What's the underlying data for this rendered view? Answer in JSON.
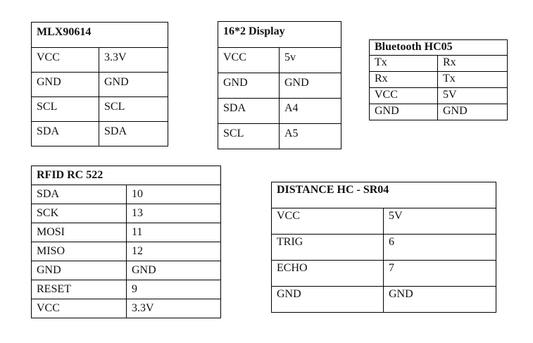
{
  "tables": {
    "mlx": {
      "title": "MLX90614",
      "rows": [
        [
          "VCC",
          "3.3V"
        ],
        [
          "GND",
          "GND"
        ],
        [
          "SCL",
          "SCL"
        ],
        [
          "SDA",
          "SDA"
        ]
      ]
    },
    "lcd": {
      "title": "16*2 Display",
      "rows": [
        [
          "VCC",
          "5v"
        ],
        [
          "GND",
          "GND"
        ],
        [
          "SDA",
          "A4"
        ],
        [
          "SCL",
          "A5"
        ]
      ]
    },
    "bt": {
      "title": "Bluetooth HC05",
      "rows": [
        [
          "Tx",
          "Rx"
        ],
        [
          "Rx",
          "Tx"
        ],
        [
          "VCC",
          "5V"
        ],
        [
          "GND",
          "GND"
        ]
      ]
    },
    "rfid": {
      "title": "RFID RC 522",
      "rows": [
        [
          "SDA",
          "10"
        ],
        [
          "SCK",
          "13"
        ],
        [
          "MOSI",
          "11"
        ],
        [
          "MISO",
          "12"
        ],
        [
          "GND",
          "GND"
        ],
        [
          "RESET",
          "9"
        ],
        [
          "VCC",
          "3.3V"
        ]
      ]
    },
    "dist": {
      "title": "DISTANCE HC - SR04",
      "rows": [
        [
          "VCC",
          "5V"
        ],
        [
          "TRIG",
          "6"
        ],
        [
          "ECHO",
          "7"
        ],
        [
          "GND",
          "GND"
        ]
      ]
    }
  }
}
